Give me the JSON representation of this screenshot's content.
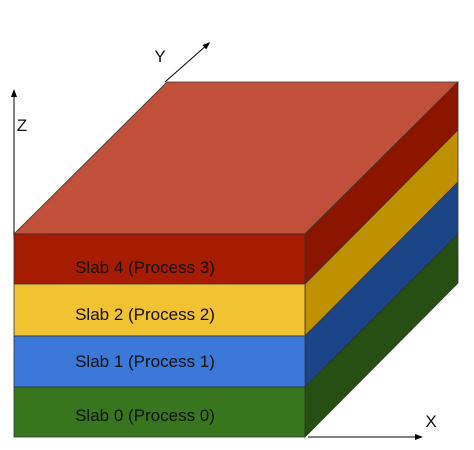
{
  "axes": {
    "x": "X",
    "y": "Y",
    "z": "Z"
  },
  "slabs": [
    {
      "label": "Slab 4 (Process 3)",
      "front": "#a61c00",
      "side": "#8c1500",
      "top": "#c0503a"
    },
    {
      "label": "Slab 2 (Process 2)",
      "front": "#f1c232",
      "side": "#bf9000"
    },
    {
      "label": "Slab 1 (Process 1)",
      "front": "#3c78d8",
      "side": "#1c4587"
    },
    {
      "label": "Slab 0 (Process 0)",
      "front": "#38761d",
      "side": "#274e13"
    }
  ]
}
